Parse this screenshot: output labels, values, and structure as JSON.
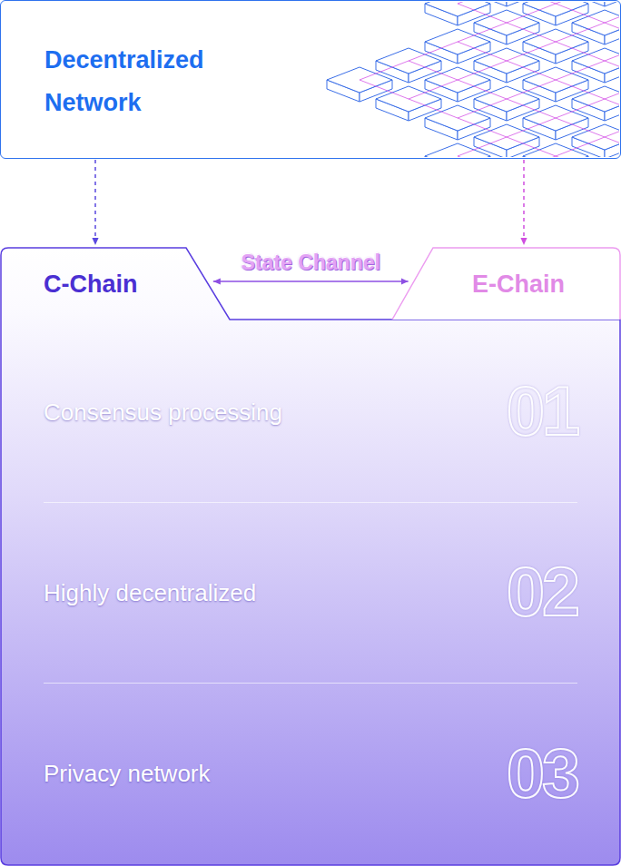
{
  "diagram": {
    "nodes": [
      {
        "text": [
          "Decentralized Network"
        ]
      },
      {
        "text": [
          "C-Chain"
        ]
      },
      {
        "text": [
          "E-Chain"
        ]
      },
      {
        "text": [
          "Consensus processing",
          "01"
        ],
        "in": 1
      },
      {
        "text": [
          "Highly decentralized",
          "02"
        ],
        "in": 1
      },
      {
        "text": [
          "Privacy network",
          "03"
        ],
        "in": 1
      }
    ],
    "edges": [
      {
        "from": 0,
        "to": 1,
        "arrow": "to"
      },
      {
        "from": 0,
        "to": 2,
        "arrow": "to"
      },
      {
        "from": 1,
        "to": 2,
        "label": "State Channel",
        "arrow": "both"
      }
    ]
  }
}
